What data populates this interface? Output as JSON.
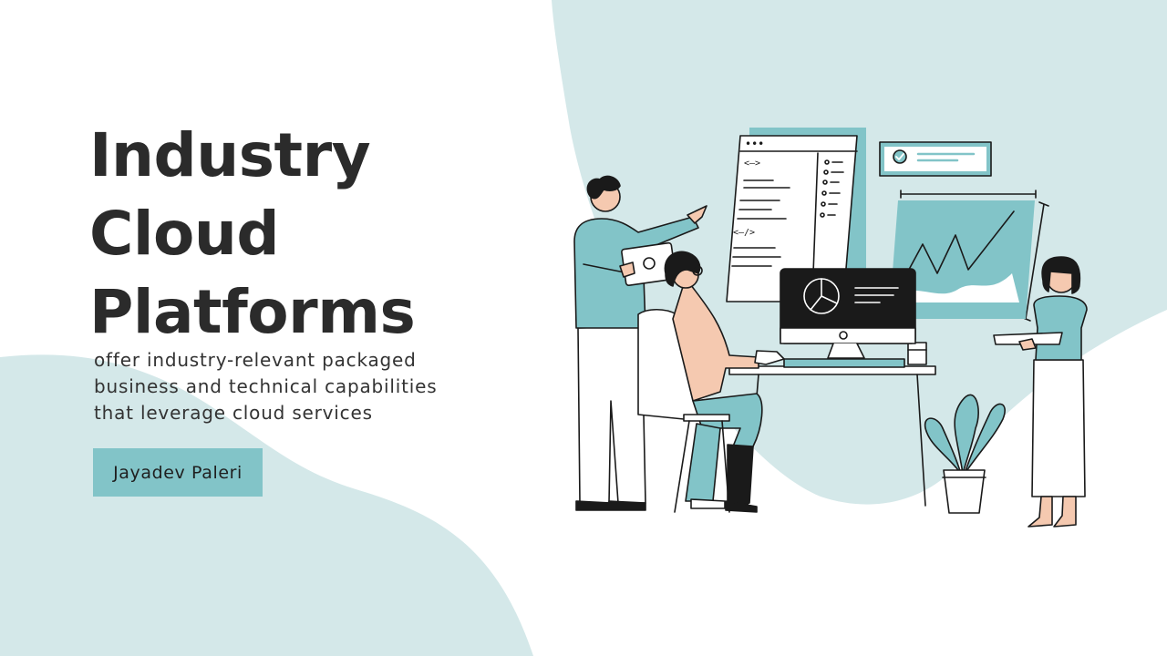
{
  "slide": {
    "title_lines": [
      "Industry",
      "Cloud",
      "Platforms"
    ],
    "subtitle_lines": [
      "offer industry-relevant packaged",
      "business and technical capabilities",
      "that leverage cloud services"
    ],
    "author": "Jayadev Paleri"
  },
  "illustration": {
    "code_panel": {
      "dots": "•••",
      "tag_open": "<—>",
      "tag_close": "<—/>"
    }
  },
  "colors": {
    "background": "#ffffff",
    "blob": "#d4e8e9",
    "accent": "#82c4c8",
    "text": "#2b2b2b",
    "skin": "#f5c9b0"
  },
  "icons": [
    "checkmark-icon",
    "pie-chart-icon",
    "line-chart-icon",
    "tablet-icon",
    "plant-icon"
  ]
}
